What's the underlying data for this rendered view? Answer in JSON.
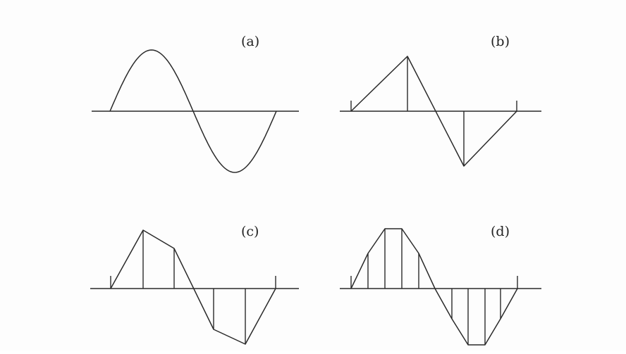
{
  "panels": {
    "a": {
      "label": "(a)"
    },
    "b": {
      "label": "(b)"
    },
    "c": {
      "label": "(c)"
    },
    "d": {
      "label": "(d)"
    }
  },
  "colors": {
    "ink": "#2a2a2a",
    "background": "#fdfdfd"
  }
}
